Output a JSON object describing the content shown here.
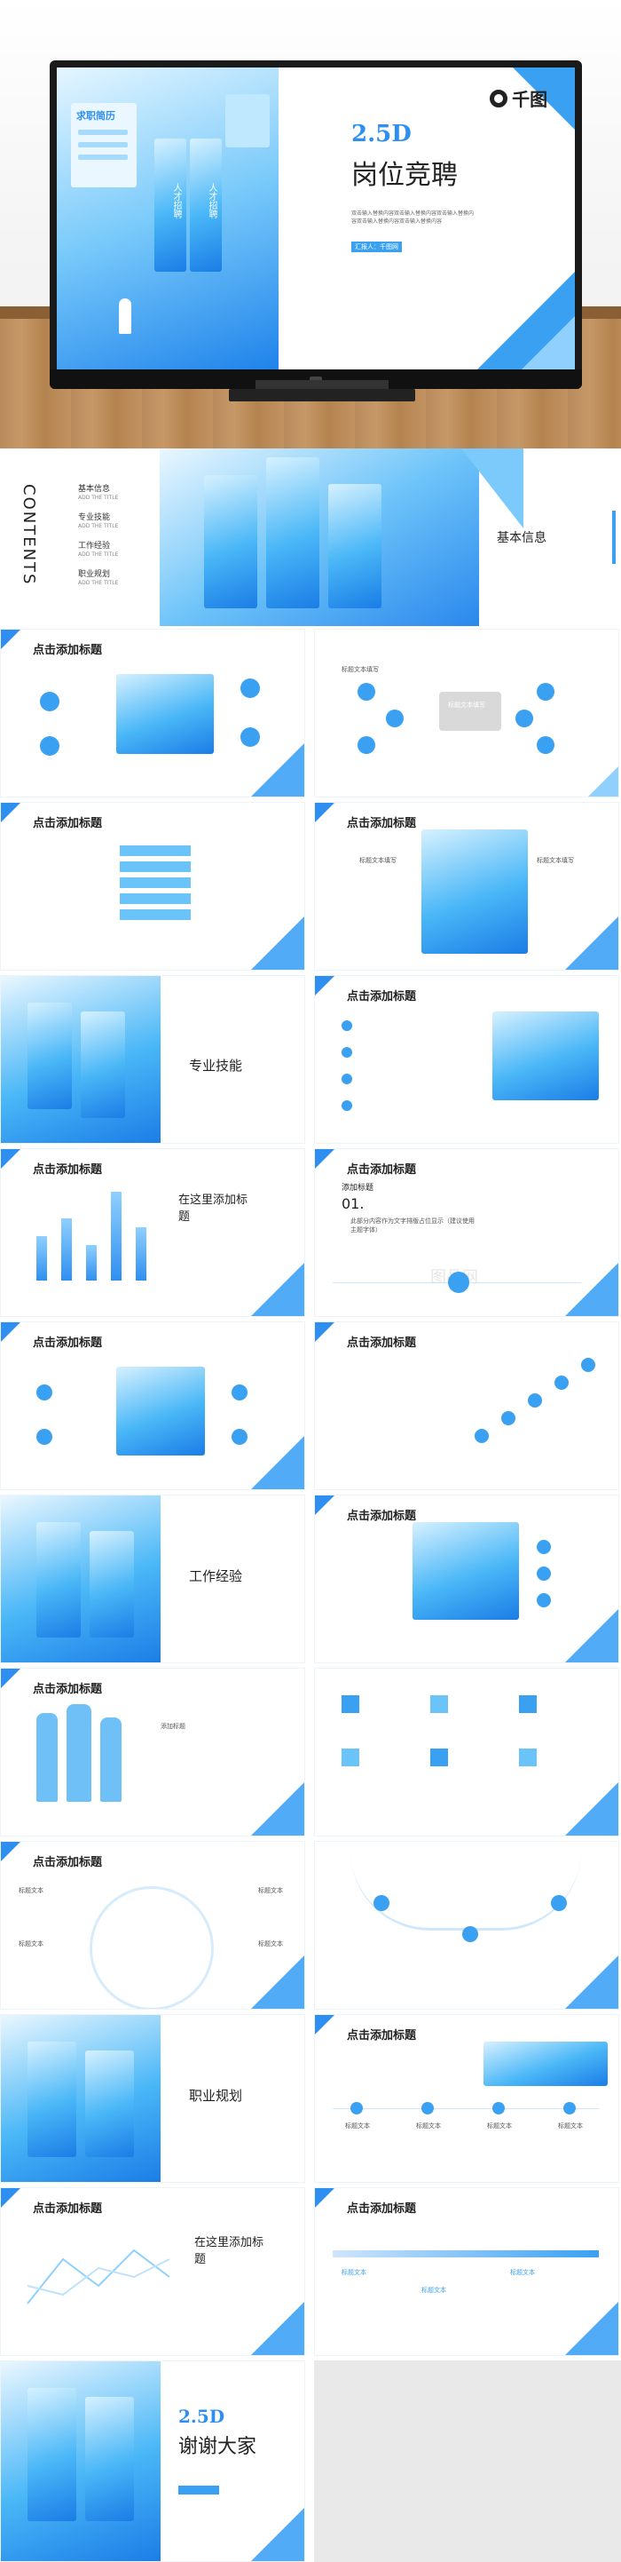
{
  "logo": {
    "text": "千图"
  },
  "cover": {
    "title_en": "2.5D",
    "title_cn": "岗位竞聘",
    "subtitle": "双击输入替换内容双击输入替换内容双击输入替换内容双击输入替换内容双击输入替换内容",
    "speaker_label": "汇报人：千图网",
    "badge_left": "求职简历",
    "book_labels": [
      "人才招聘",
      "人才招聘"
    ]
  },
  "contents": {
    "heading": "CONTENTS",
    "items": [
      {
        "label": "基本信息",
        "sub": "ADD THE TITLE"
      },
      {
        "label": "专业技能",
        "sub": "ADD THE TITLE"
      },
      {
        "label": "工作经验",
        "sub": "ADD THE TITLE"
      },
      {
        "label": "职业规划",
        "sub": "ADD THE TITLE"
      }
    ],
    "right_label": "基本信息"
  },
  "common": {
    "click_title": "点击添加标题",
    "add_title": "添加标题",
    "title_text": "标题文本",
    "fill_text": "标题文本填写"
  },
  "sections": {
    "skills": "专业技能",
    "experience": "工作经验",
    "planning": "职业规划"
  },
  "chart_slide": {
    "title": "在这里添加标题"
  },
  "number_slide": {
    "heading": "添加标题",
    "num": "01.",
    "text": "此部分内容作为文字排版占位显示（建议使用主题字体）",
    "watermark": "图品网"
  },
  "line_slide": {
    "title": "在这里添加标题"
  },
  "thanks": {
    "title_en": "2.5D",
    "title_cn": "谢谢大家"
  },
  "colors": {
    "primary": "#2f8ff0",
    "light": "#8fd0ff",
    "wood": "#c39262"
  }
}
